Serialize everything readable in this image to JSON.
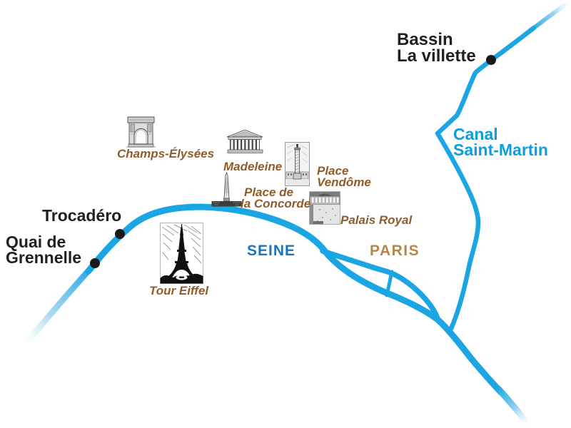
{
  "labels": {
    "bassin_line1": "Bassin",
    "bassin_line2": "La villette",
    "canal_line1": "Canal",
    "canal_line2": "Saint-Martin",
    "trocadero": "Trocadéro",
    "quai_line1": "Quai de",
    "quai_line2": "Grennelle",
    "seine": "SEINE",
    "paris": "PARIS"
  },
  "landmarks": {
    "champs_elysees": {
      "label": "Champs-Élysées",
      "icon": "arc-de-triomphe-etching"
    },
    "madeleine": {
      "label": "Madeleine",
      "icon": "madeleine-church-etching"
    },
    "place_vendome": {
      "label_line1": "Place",
      "label_line2": "Vendôme",
      "icon": "vendome-column-etching"
    },
    "place_concorde": {
      "label_line1": "Place de",
      "label_line2": "la Concorde",
      "icon": "concorde-obelisk-etching"
    },
    "palais_royal": {
      "label": "Palais Royal",
      "icon": "palais-royal-etching"
    },
    "tour_eiffel": {
      "label": "Tour Eiffel",
      "icon": "eiffel-tower-etching"
    }
  },
  "colors": {
    "water": "#1ca5e3",
    "seine_label": "#1c75bc",
    "canal_label": "#0c9fdf",
    "paris_label": "#b5854b",
    "landmark_label": "#8f5c2e",
    "place_label": "#231f20"
  }
}
